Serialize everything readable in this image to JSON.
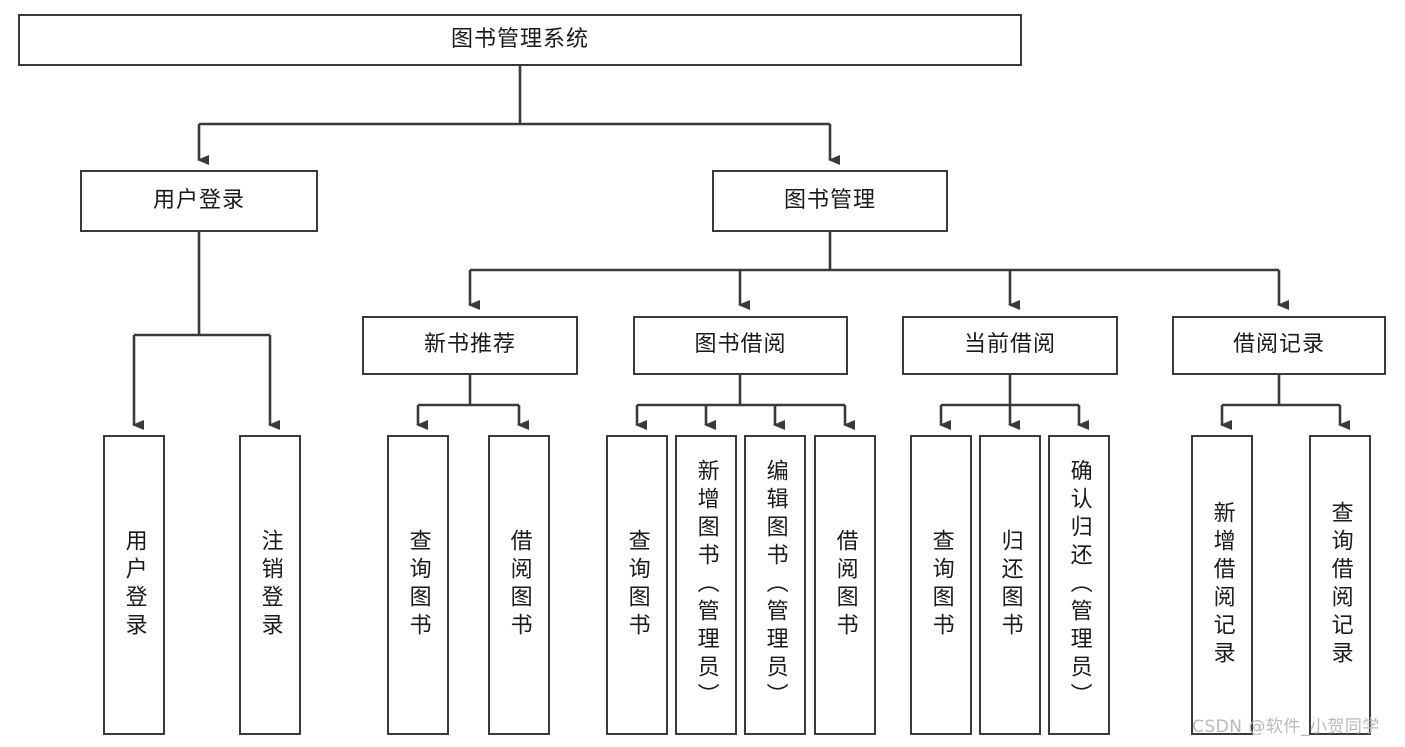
{
  "diagram": {
    "type": "tree",
    "title": "图书管理系统",
    "watermark": "CSDN @软件_小贺同学",
    "colors": {
      "box_border": "#3a3a3a",
      "box_fill": "#ffffff",
      "connector": "#3a3a3a",
      "text": "#1a1a1a",
      "watermark": "#b9b9b9"
    },
    "nodes": {
      "root": {
        "label": "图书管理系统",
        "level": 0,
        "orientation": "horizontal"
      },
      "l1": [
        {
          "id": "user-login",
          "label": "用户登录",
          "orientation": "horizontal"
        },
        {
          "id": "book-management",
          "label": "图书管理",
          "orientation": "horizontal"
        }
      ],
      "l2": [
        {
          "id": "new-book-recommend",
          "label": "新书推荐",
          "orientation": "horizontal",
          "parent": "book-management"
        },
        {
          "id": "book-borrow",
          "label": "图书借阅",
          "orientation": "horizontal",
          "parent": "book-management"
        },
        {
          "id": "current-borrow",
          "label": "当前借阅",
          "orientation": "horizontal",
          "parent": "book-management"
        },
        {
          "id": "borrow-record",
          "label": "借阅记录",
          "orientation": "horizontal",
          "parent": "book-management"
        }
      ],
      "leaves": [
        {
          "id": "leaf-user-login",
          "label": "用户登录",
          "parent": "user-login",
          "orientation": "vertical"
        },
        {
          "id": "leaf-user-logout",
          "label": "注销登录",
          "parent": "user-login",
          "orientation": "vertical"
        },
        {
          "id": "leaf-query-book-1",
          "label": "查询图书",
          "parent": "new-book-recommend",
          "orientation": "vertical"
        },
        {
          "id": "leaf-borrow-book-1",
          "label": "借阅图书",
          "parent": "new-book-recommend",
          "orientation": "vertical"
        },
        {
          "id": "leaf-query-book-2",
          "label": "查询图书",
          "parent": "book-borrow",
          "orientation": "vertical"
        },
        {
          "id": "leaf-add-book",
          "label": "新增图书（管理员）",
          "parent": "book-borrow",
          "orientation": "vertical"
        },
        {
          "id": "leaf-edit-book",
          "label": "编辑图书（管理员）",
          "parent": "book-borrow",
          "orientation": "vertical"
        },
        {
          "id": "leaf-borrow-book-2",
          "label": "借阅图书",
          "parent": "book-borrow",
          "orientation": "vertical"
        },
        {
          "id": "leaf-query-book-3",
          "label": "查询图书",
          "parent": "current-borrow",
          "orientation": "vertical"
        },
        {
          "id": "leaf-return-book",
          "label": "归还图书",
          "parent": "current-borrow",
          "orientation": "vertical"
        },
        {
          "id": "leaf-confirm-return",
          "label": "确认归还（管理员）",
          "parent": "current-borrow",
          "orientation": "vertical"
        },
        {
          "id": "leaf-add-record",
          "label": "新增借阅记录",
          "parent": "borrow-record",
          "orientation": "vertical"
        },
        {
          "id": "leaf-query-record",
          "label": "查询借阅记录",
          "parent": "borrow-record",
          "orientation": "vertical"
        }
      ]
    }
  }
}
